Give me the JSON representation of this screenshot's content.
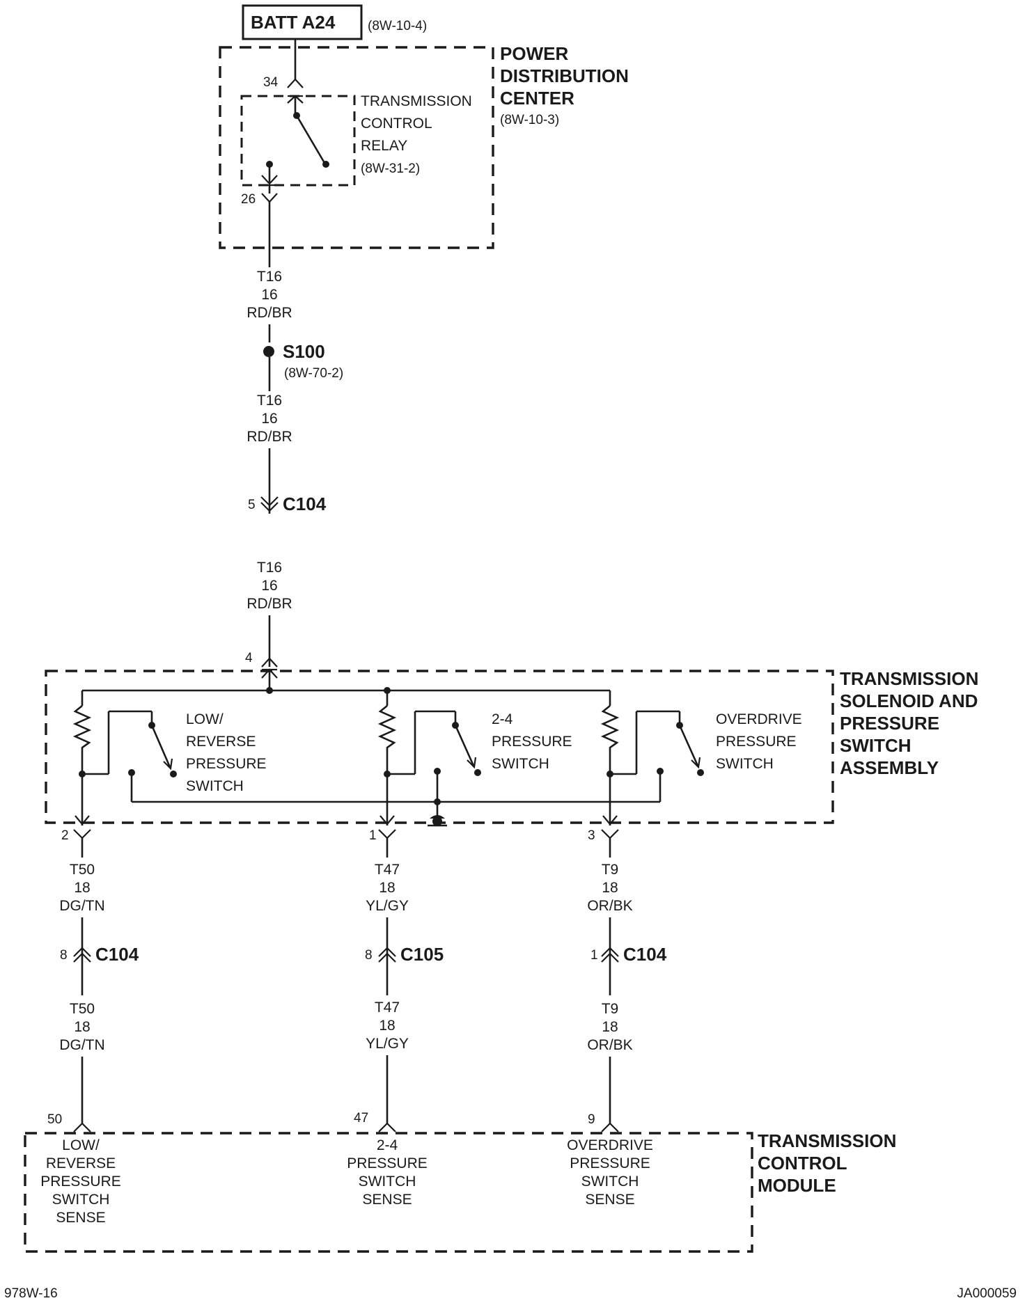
{
  "battery": {
    "label": "BATT A24",
    "ref": "(8W-10-4)"
  },
  "pdc": {
    "line1": "POWER",
    "line2": "DISTRIBUTION",
    "line3": "CENTER",
    "ref": "(8W-10-3)"
  },
  "relay": {
    "line1": "TRANSMISSION",
    "line2": "CONTROL",
    "line3": "RELAY",
    "ref": "(8W-31-2)",
    "pin_in": "34",
    "pin_out": "26"
  },
  "wire_main": {
    "circuit": "T16",
    "gauge": "16",
    "color": "RD/BR"
  },
  "splice": {
    "label": "S100",
    "ref": "(8W-70-2)"
  },
  "connector_top": {
    "pin": "5",
    "label": "C104"
  },
  "assembly": {
    "pin_in": "4",
    "line1": "TRANSMISSION",
    "line2": "SOLENOID AND",
    "line3": "PRESSURE",
    "line4": "SWITCH",
    "line5": "ASSEMBLY",
    "switches": [
      {
        "line1": "LOW/",
        "line2": "REVERSE",
        "line3": "PRESSURE",
        "line4": "SWITCH"
      },
      {
        "line1": "2-4",
        "line2": "PRESSURE",
        "line3": "SWITCH"
      },
      {
        "line1": "OVERDRIVE",
        "line2": "PRESSURE",
        "line3": "SWITCH"
      }
    ]
  },
  "branches": [
    {
      "pin_out": "2",
      "circuit": "T50",
      "gauge": "18",
      "color": "DG/TN",
      "conn_pin": "8",
      "conn": "C104",
      "tcm_pin": "50"
    },
    {
      "pin_out": "1",
      "circuit": "T47",
      "gauge": "18",
      "color": "YL/GY",
      "conn_pin": "8",
      "conn": "C105",
      "tcm_pin": "47"
    },
    {
      "pin_out": "3",
      "circuit": "T9",
      "gauge": "18",
      "color": "OR/BK",
      "conn_pin": "1",
      "conn": "C104",
      "tcm_pin": "9"
    }
  ],
  "tcm": {
    "line1": "TRANSMISSION",
    "line2": "CONTROL",
    "line3": "MODULE",
    "inputs": [
      {
        "line1": "LOW/",
        "line2": "REVERSE",
        "line3": "PRESSURE",
        "line4": "SWITCH",
        "line5": "SENSE"
      },
      {
        "line1": "2-4",
        "line2": "PRESSURE",
        "line3": "SWITCH",
        "line4": "SENSE"
      },
      {
        "line1": "OVERDRIVE",
        "line2": "PRESSURE",
        "line3": "SWITCH",
        "line4": "SENSE"
      }
    ]
  },
  "footer": {
    "left": "978W-16",
    "right": "JA000059"
  }
}
